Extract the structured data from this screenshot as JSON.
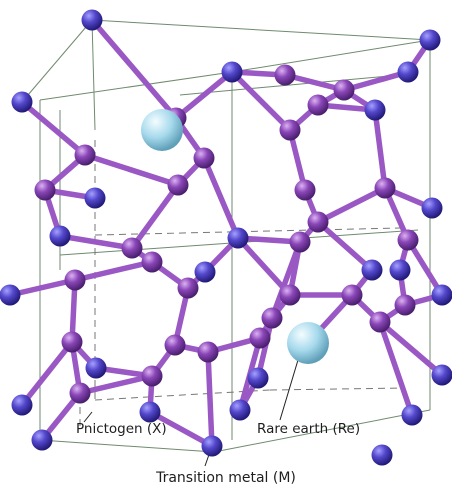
{
  "labels": {
    "pnictogen": "Pnictogen (X)",
    "rare_earth": "Rare earth (Re)",
    "transition_metal": "Transition metal (M)"
  },
  "colors": {
    "transition_metal_atom": "#4a3fbf",
    "pnictogen_atom": "#8a46b8",
    "rare_earth_atom": "#a6d9ec",
    "bond": "#9a58c4",
    "cell_edge": "#6f8a6f",
    "label_leader": "#222222"
  }
}
